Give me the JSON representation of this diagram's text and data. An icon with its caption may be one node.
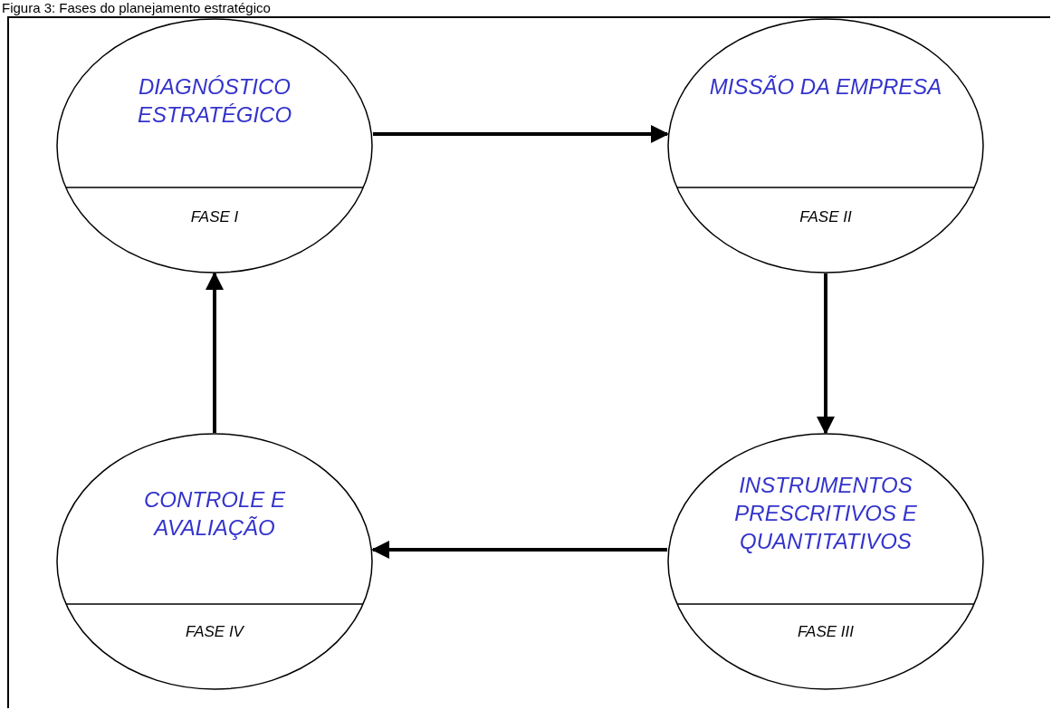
{
  "diagram": {
    "title": "Figura 3: Fases do planejamento estratégico",
    "nodes": [
      {
        "text": [
          "DIAGNÓSTICO ESTRATÉGICO",
          "FASE I"
        ]
      },
      {
        "text": [
          "MISSÃO DA EMPRESA",
          "FASE II"
        ]
      },
      {
        "text": [
          "INSTRUMENTOS PRESCRITIVOS E QUANTITATIVOS",
          "FASE III"
        ]
      },
      {
        "text": [
          "CONTROLE E AVALIAÇÃO",
          "FASE IV"
        ]
      }
    ],
    "edges": [
      {
        "from": 0,
        "to": 1,
        "arrow": "to"
      },
      {
        "from": 1,
        "to": 2,
        "arrow": "to"
      },
      {
        "from": 2,
        "to": 3,
        "arrow": "to"
      },
      {
        "from": 3,
        "to": 0,
        "arrow": "to"
      }
    ]
  }
}
